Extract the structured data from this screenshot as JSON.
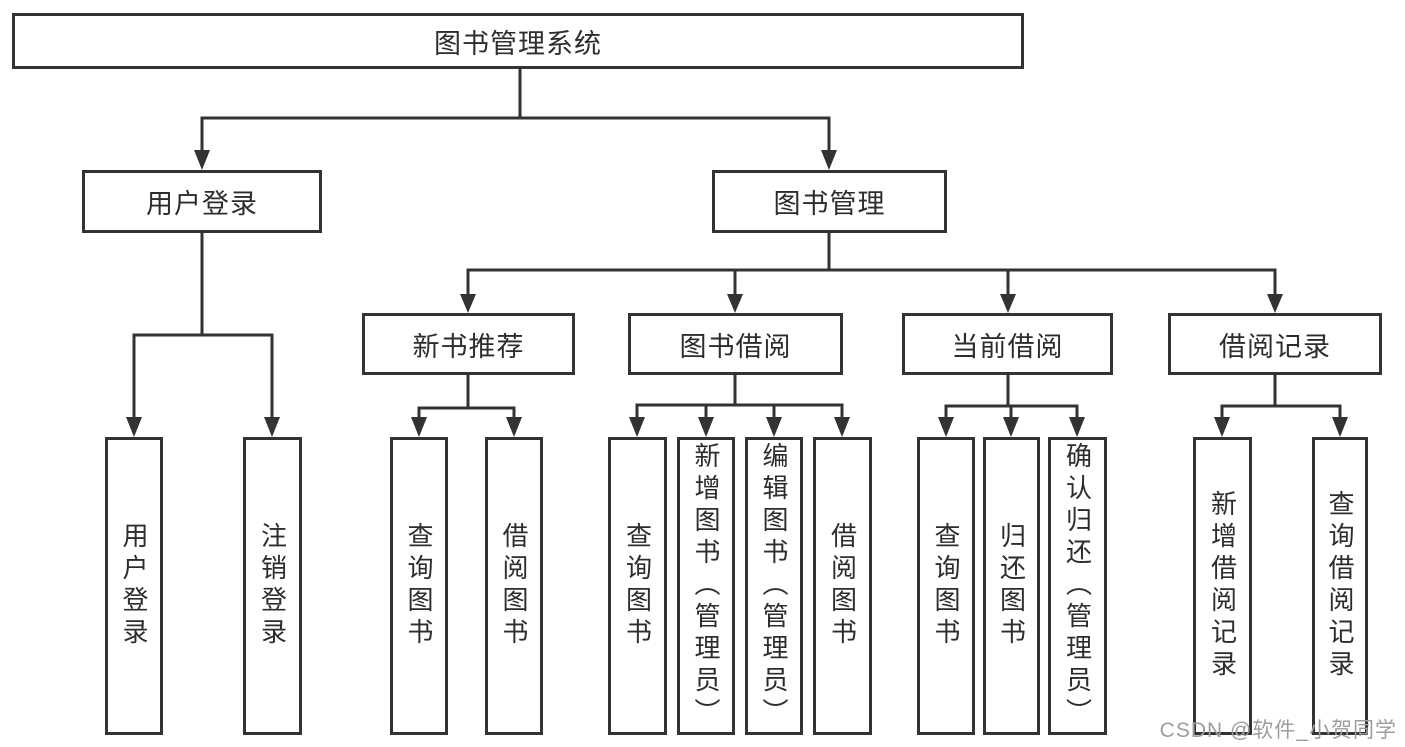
{
  "diagram_type": "hierarchy",
  "colors": {
    "line": "#333333",
    "box_border": "#333333",
    "box_fill": "#ffffff",
    "text": "#2d2d2d",
    "watermark": "#9d9d9d",
    "background": "#ffffff"
  },
  "tree": {
    "root": {
      "label": "图书管理系统"
    },
    "user_login": {
      "label": "用户登录",
      "children": [
        {
          "label": "用户登录"
        },
        {
          "label": "注销登录"
        }
      ]
    },
    "book_mgmt": {
      "label": "图书管理",
      "children": [
        {
          "label": "新书推荐",
          "children": [
            {
              "label": "查询图书"
            },
            {
              "label": "借阅图书"
            }
          ]
        },
        {
          "label": "图书借阅",
          "children": [
            {
              "label": "查询图书"
            },
            {
              "label": "新增图书（管理员）"
            },
            {
              "label": "编辑图书（管理员）"
            },
            {
              "label": "借阅图书"
            }
          ]
        },
        {
          "label": "当前借阅",
          "children": [
            {
              "label": "查询图书"
            },
            {
              "label": "归还图书"
            },
            {
              "label": "确认归还（管理员）"
            }
          ]
        },
        {
          "label": "借阅记录",
          "children": [
            {
              "label": "新增借阅记录"
            },
            {
              "label": "查询借阅记录"
            }
          ]
        }
      ]
    }
  },
  "watermark": {
    "text": "CSDN @软件_小贺同学"
  }
}
